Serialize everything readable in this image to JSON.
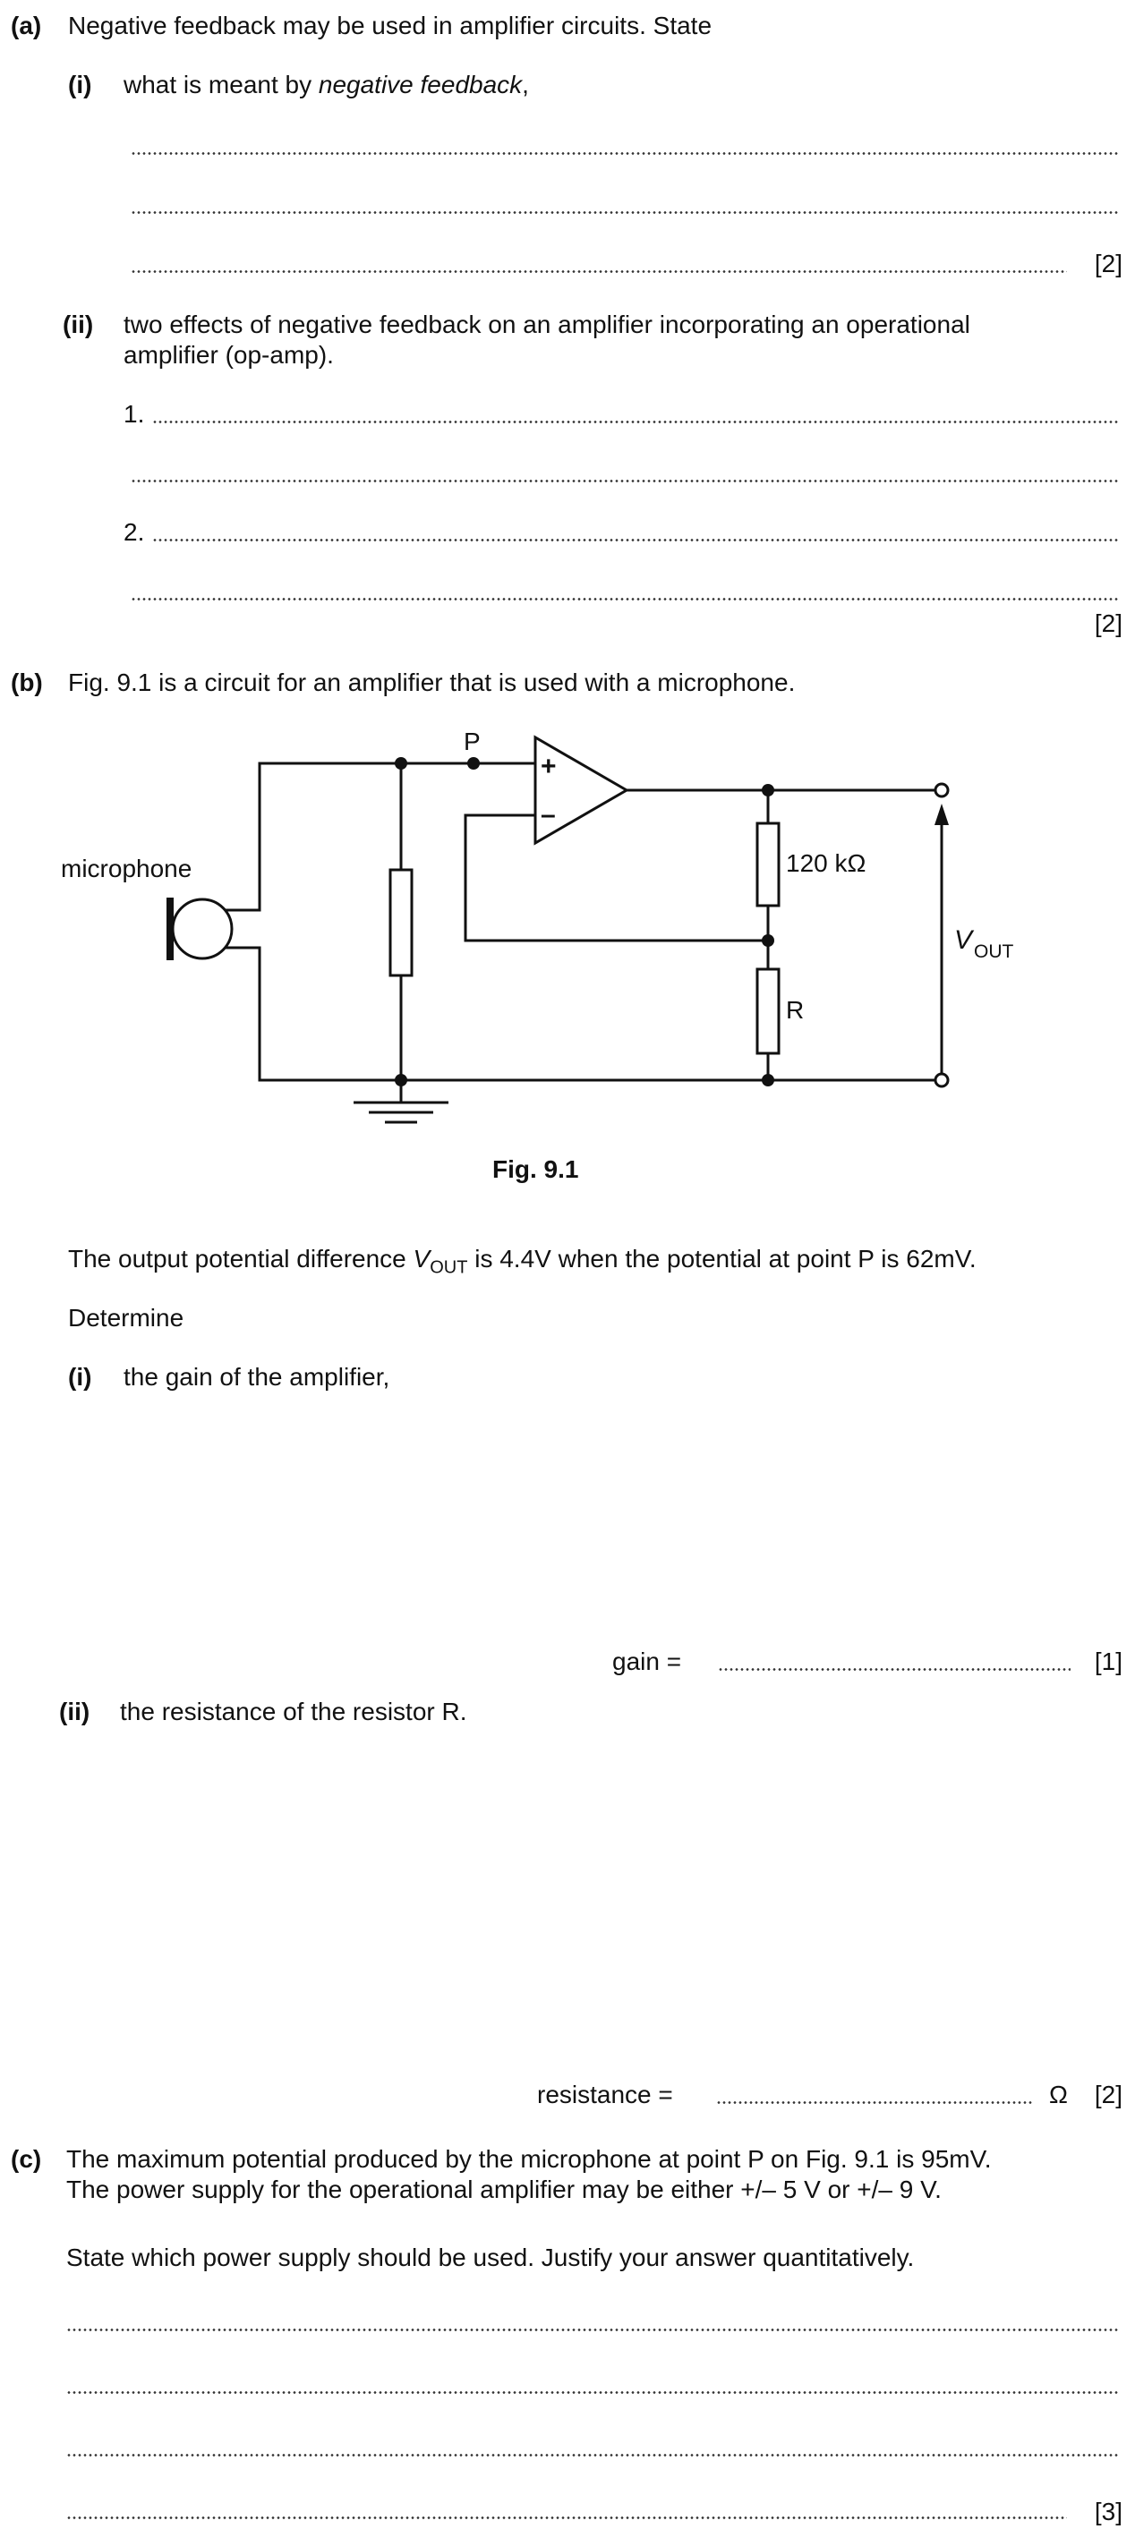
{
  "part_a": {
    "label": "(a)",
    "stem": "Negative feedback may be used in amplifier circuits. State",
    "q1": {
      "label": "(i)",
      "text_before": "what is meant by ",
      "text_italic": "negative feedback",
      "text_after": ",",
      "marks": "[2]"
    },
    "q2": {
      "label": "(ii)",
      "line1": "two effects of negative feedback on an amplifier incorporating an operational",
      "line2": "amplifier (op-amp).",
      "item1": "1.",
      "item2": "2.",
      "marks": "[2]"
    }
  },
  "part_b": {
    "label": "(b)",
    "stem": "Fig. 9.1 is a circuit for an amplifier that is used with a microphone.",
    "figure": {
      "caption": "Fig. 9.1",
      "label_p": "P",
      "label_plus": "+",
      "label_minus": "–",
      "label_microphone": "microphone",
      "label_resistor_top": "120 kΩ",
      "label_resistor_r": "R",
      "label_vout_main": "V",
      "label_vout_sub": "OUT"
    },
    "info_before": "The output potential difference ",
    "info_v": "V",
    "info_sub": "OUT",
    "info_after": " is 4.4V when the potential at point P is 62mV.",
    "determine": "Determine",
    "q1": {
      "label": "(i)",
      "text": "the gain of the amplifier,",
      "answer_label": "gain  =",
      "marks": "[1]"
    },
    "q2": {
      "label": "(ii)",
      "text": "the resistance of the resistor R.",
      "answer_label": "resistance  =",
      "unit": "Ω",
      "marks": "[2]"
    }
  },
  "part_c": {
    "label": "(c)",
    "line1": "The maximum potential produced by the microphone at point P on Fig. 9.1 is 95mV.",
    "line2": "The power supply for the operational amplifier may be either +/– 5 V or +/– 9 V.",
    "instruction": "State which power supply should be used. Justify your answer quantitatively.",
    "marks": "[3]"
  }
}
